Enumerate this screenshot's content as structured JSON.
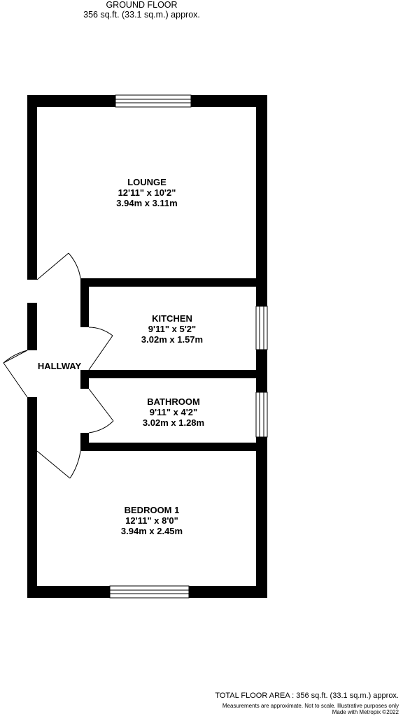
{
  "header": {
    "floor_name": "GROUND FLOOR",
    "floor_area": "356 sq.ft. (33.1 sq.m.) approx."
  },
  "rooms": {
    "lounge": {
      "name": "LOUNGE",
      "imperial": "12'11\"  x 10'2\"",
      "metric": "3.94m  x 3.11m"
    },
    "kitchen": {
      "name": "KITCHEN",
      "imperial": "9'11\"  x 5'2\"",
      "metric": "3.02m  x 1.57m"
    },
    "hallway": {
      "name": "HALLWAY"
    },
    "bathroom": {
      "name": "BATHROOM",
      "imperial": "9'11\"  x 4'2\"",
      "metric": "3.02m  x 1.28m"
    },
    "bedroom1": {
      "name": "BEDROOM 1",
      "imperial": "12'11\"  x 8'0\"",
      "metric": "3.94m  x 2.45m"
    }
  },
  "footer": {
    "total_area": "TOTAL FLOOR AREA : 356 sq.ft. (33.1 sq.m.) approx.",
    "disclaimer": "Measurements are approximate.  Not to scale.  Illustrative purposes only",
    "credit": "Made with Metropix ©2022"
  },
  "colors": {
    "wall": "#000000",
    "background": "#ffffff",
    "window": "#ffffff"
  }
}
